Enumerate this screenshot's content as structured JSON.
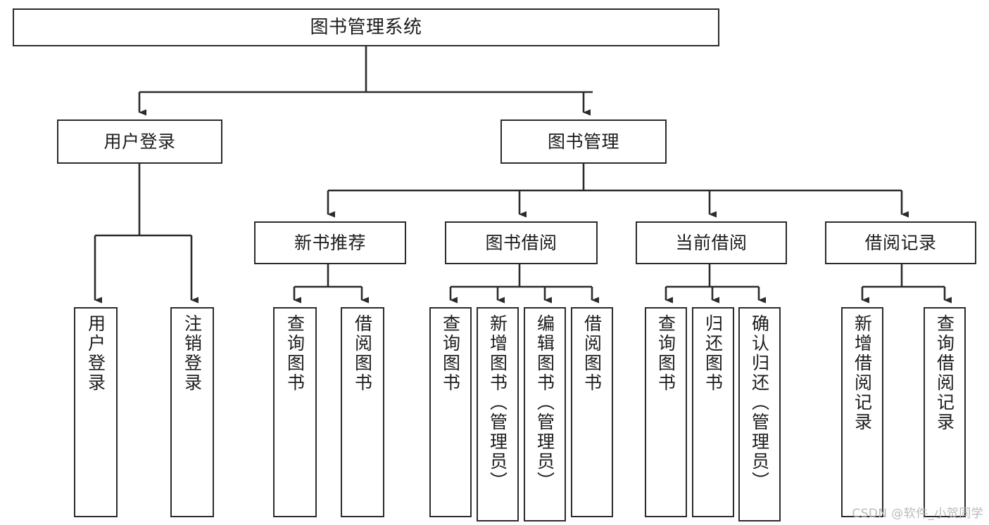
{
  "diagram": {
    "title": "图书管理系统",
    "type": "tree",
    "watermark": "CSDN @软件_小贺同学",
    "stroke_color": "#2b2b2b",
    "fill_color": "#ffffff",
    "text_color": "#1c1c1c",
    "watermark_color": "#b9b9b9"
  },
  "root": {
    "label": "图书管理系统"
  },
  "level2": [
    {
      "id": "user-login",
      "label": "用户登录"
    },
    {
      "id": "book-manage",
      "label": "图书管理"
    }
  ],
  "level3": [
    {
      "id": "new-book-recommend",
      "label": "新书推荐"
    },
    {
      "id": "book-borrow",
      "label": "图书借阅"
    },
    {
      "id": "current-borrow",
      "label": "当前借阅"
    },
    {
      "id": "borrow-record",
      "label": "借阅记录"
    }
  ],
  "leaves": {
    "user_login": [
      {
        "id": "leaf-user-login",
        "label": "用户登录"
      },
      {
        "id": "leaf-logout-login",
        "label": "注销登录"
      }
    ],
    "new_book_recommend": [
      {
        "id": "leaf-query-book-1",
        "label": "查询图书"
      },
      {
        "id": "leaf-borrow-book-1",
        "label": "借阅图书"
      }
    ],
    "book_borrow": [
      {
        "id": "leaf-query-book-2",
        "label": "查询图书"
      },
      {
        "id": "leaf-add-book",
        "label": "新增图书（管理员）"
      },
      {
        "id": "leaf-edit-book",
        "label": "编辑图书（管理员）"
      },
      {
        "id": "leaf-borrow-book-2",
        "label": "借阅图书"
      }
    ],
    "current_borrow": [
      {
        "id": "leaf-query-book-3",
        "label": "查询图书"
      },
      {
        "id": "leaf-return-book",
        "label": "归还图书"
      },
      {
        "id": "leaf-confirm-return",
        "label": "确认归还（管理员）"
      }
    ],
    "borrow_record": [
      {
        "id": "leaf-add-record",
        "label": "新增借阅记录"
      },
      {
        "id": "leaf-query-record",
        "label": "查询借阅记录"
      }
    ]
  }
}
